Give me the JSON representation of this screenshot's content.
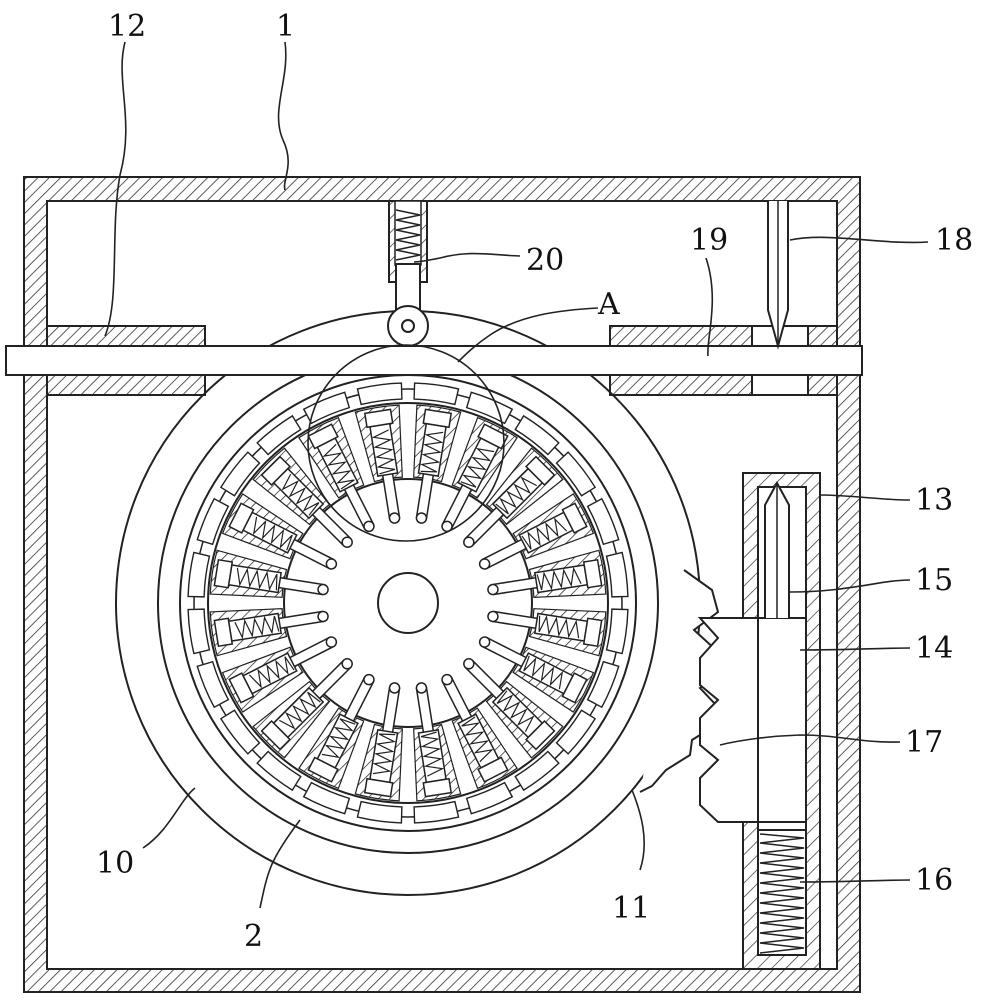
{
  "diagram": {
    "line_color": "#222222",
    "background": "#ffffff",
    "hatch_style": "diagonal",
    "labels": {
      "l1": "1",
      "l2": "2",
      "l10": "10",
      "l11": "11",
      "l12": "12",
      "l13": "13",
      "l14": "14",
      "l15": "15",
      "l16": "16",
      "l17": "17",
      "l18": "18",
      "l19": "19",
      "l20": "20",
      "lA": "A"
    }
  }
}
